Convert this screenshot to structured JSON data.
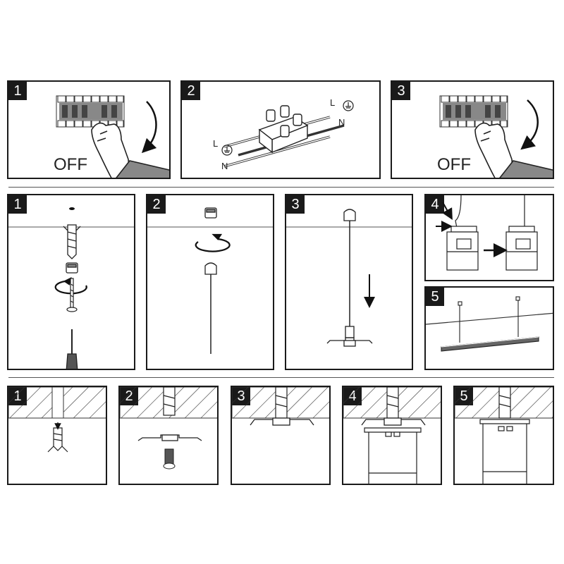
{
  "row1": {
    "steps": [
      {
        "number": "1",
        "text": "OFF"
      },
      {
        "number": "2",
        "labels": {
          "l_right": "L",
          "n_right": "N",
          "l_left": "L",
          "n_left": "N"
        }
      },
      {
        "number": "3",
        "text": "OFF"
      }
    ]
  },
  "row2": {
    "steps": [
      {
        "number": "1"
      },
      {
        "number": "2"
      },
      {
        "number": "3"
      },
      {
        "number": "4"
      },
      {
        "number": "5"
      }
    ]
  },
  "row3": {
    "steps": [
      {
        "number": "1"
      },
      {
        "number": "2"
      },
      {
        "number": "3"
      },
      {
        "number": "4"
      },
      {
        "number": "5"
      }
    ]
  },
  "icons": [
    "breaker-switch-icon",
    "hand-icon",
    "rotate-arrow-icon",
    "terminal-block-icon",
    "ground-symbol-icon",
    "wall-plug-icon",
    "screw-icon",
    "screwdriver-icon",
    "ceiling-canopy-icon",
    "down-arrow-icon",
    "pendant-light-icon",
    "ceiling-hatch-icon",
    "mounting-bracket-icon"
  ]
}
